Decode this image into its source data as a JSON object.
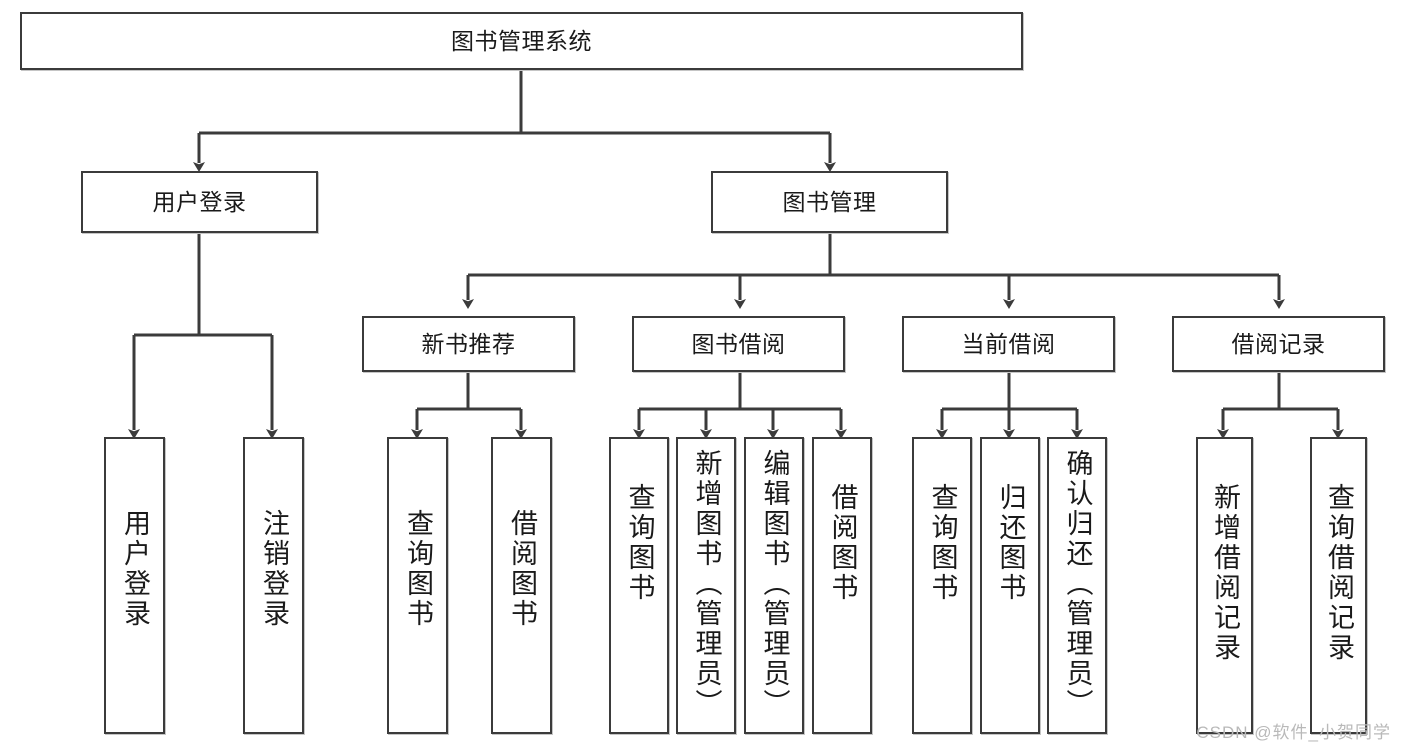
{
  "diagram": {
    "type": "tree",
    "title": "图书管理系统",
    "root": {
      "id": "root",
      "label": "图书管理系统"
    },
    "level2": [
      {
        "id": "user-login",
        "label": "用户登录"
      },
      {
        "id": "book-manage",
        "label": "图书管理"
      }
    ],
    "level3": [
      {
        "id": "new-book-rec",
        "label": "新书推荐",
        "parent": "book-manage"
      },
      {
        "id": "book-borrow",
        "label": "图书借阅",
        "parent": "book-manage"
      },
      {
        "id": "current-borrow",
        "label": "当前借阅",
        "parent": "book-manage"
      },
      {
        "id": "borrow-record",
        "label": "借阅记录",
        "parent": "book-manage"
      }
    ],
    "leaves": [
      {
        "id": "leaf-user-login",
        "label": "用户登录",
        "parent": "user-login"
      },
      {
        "id": "leaf-user-logout",
        "label": "注销登录",
        "parent": "user-login"
      },
      {
        "id": "leaf-rec-query",
        "label": "查询图书",
        "parent": "new-book-rec"
      },
      {
        "id": "leaf-rec-borrow",
        "label": "借阅图书",
        "parent": "new-book-rec"
      },
      {
        "id": "leaf-borrow-query",
        "label": "查询图书",
        "parent": "book-borrow"
      },
      {
        "id": "leaf-borrow-add",
        "label": "新增图书（管理员）",
        "parent": "book-borrow"
      },
      {
        "id": "leaf-borrow-edit",
        "label": "编辑图书（管理员）",
        "parent": "book-borrow"
      },
      {
        "id": "leaf-borrow-lend",
        "label": "借阅图书",
        "parent": "book-borrow"
      },
      {
        "id": "leaf-cur-query",
        "label": "查询图书",
        "parent": "current-borrow"
      },
      {
        "id": "leaf-cur-return",
        "label": "归还图书",
        "parent": "current-borrow"
      },
      {
        "id": "leaf-cur-confirm",
        "label": "确认归还（管理员）",
        "parent": "current-borrow"
      },
      {
        "id": "leaf-rec-add",
        "label": "新增借阅记录",
        "parent": "borrow-record"
      },
      {
        "id": "leaf-rec-query2",
        "label": "查询借阅记录",
        "parent": "borrow-record"
      }
    ],
    "colors": {
      "stroke": "#3b3b3b",
      "fill": "#ffffff",
      "text": "#1a1a1a",
      "watermark": "#b9b9b9"
    }
  },
  "watermark": {
    "text": "CSDN @软件_小贺同学"
  }
}
